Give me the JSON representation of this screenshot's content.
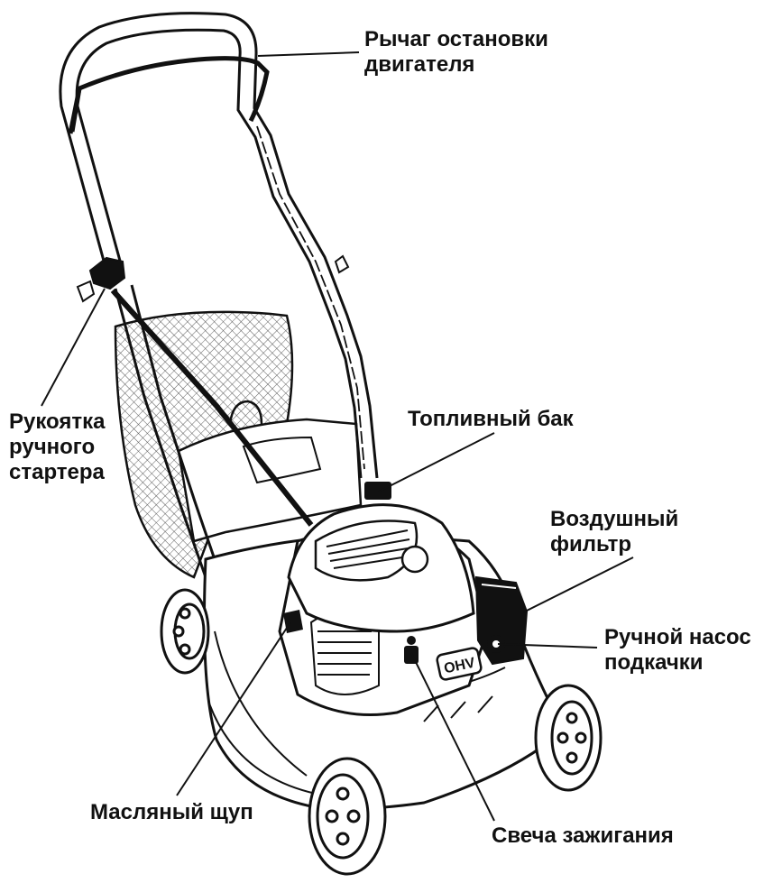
{
  "colors": {
    "ink": "#111111",
    "paper": "#ffffff",
    "mesh": "#555555"
  },
  "engine_badge": "OHV",
  "labels": {
    "stop_lever": {
      "lines": [
        "Рычаг остановки",
        "двигателя"
      ]
    },
    "starter": {
      "lines": [
        "Рукоятка",
        "ручного",
        "стартера"
      ]
    },
    "fuel_tank": {
      "lines": [
        "Топливный бак"
      ]
    },
    "air_filter": {
      "lines": [
        "Воздушный",
        "фильтр"
      ]
    },
    "primer": {
      "lines": [
        "Ручной насос",
        "подкачки"
      ]
    },
    "dipstick": {
      "lines": [
        "Масляный щуп"
      ]
    },
    "spark_plug": {
      "lines": [
        "Свеча зажигания"
      ]
    }
  }
}
